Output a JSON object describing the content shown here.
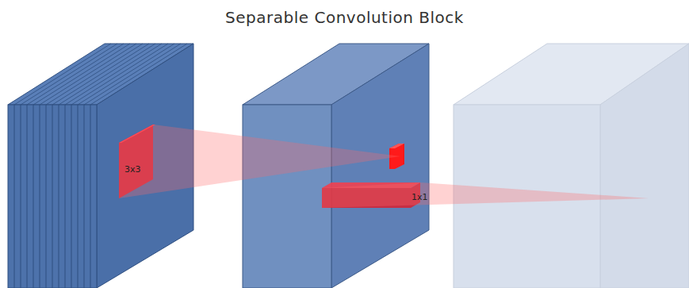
{
  "diagram": {
    "title": "Separable Convolution Block",
    "labels": [
      "3x3",
      "1x1"
    ]
  }
}
